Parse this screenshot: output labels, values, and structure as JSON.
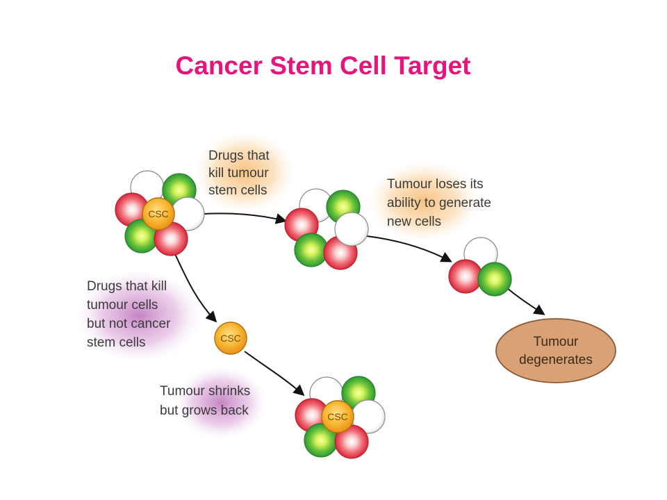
{
  "title": "Cancer Stem Cell Target",
  "cell_label": "CSC",
  "labels": {
    "drugs_kill_stem": [
      "Drugs that",
      "kill tumour",
      "stem cells"
    ],
    "loses_ability": [
      "Tumour loses its",
      "ability to generate",
      "new cells"
    ],
    "drugs_kill_tumour": [
      "Drugs that kill",
      "tumour cells",
      "but not cancer",
      "stem cells"
    ],
    "shrinks": [
      "Tumour shrinks",
      "but grows back"
    ],
    "degenerates": [
      "Tumour",
      "degenerates"
    ]
  },
  "colors": {
    "title": "#e8147b",
    "red_cell": "#e8414e",
    "green_cell": "#3aa83a",
    "white_cell": "#ffffff",
    "csc_cell": "#f5a623",
    "orange_glow": "#f9c98a",
    "purple_glow": "#c98ac9",
    "degenerate_fill": "#d9a276"
  }
}
